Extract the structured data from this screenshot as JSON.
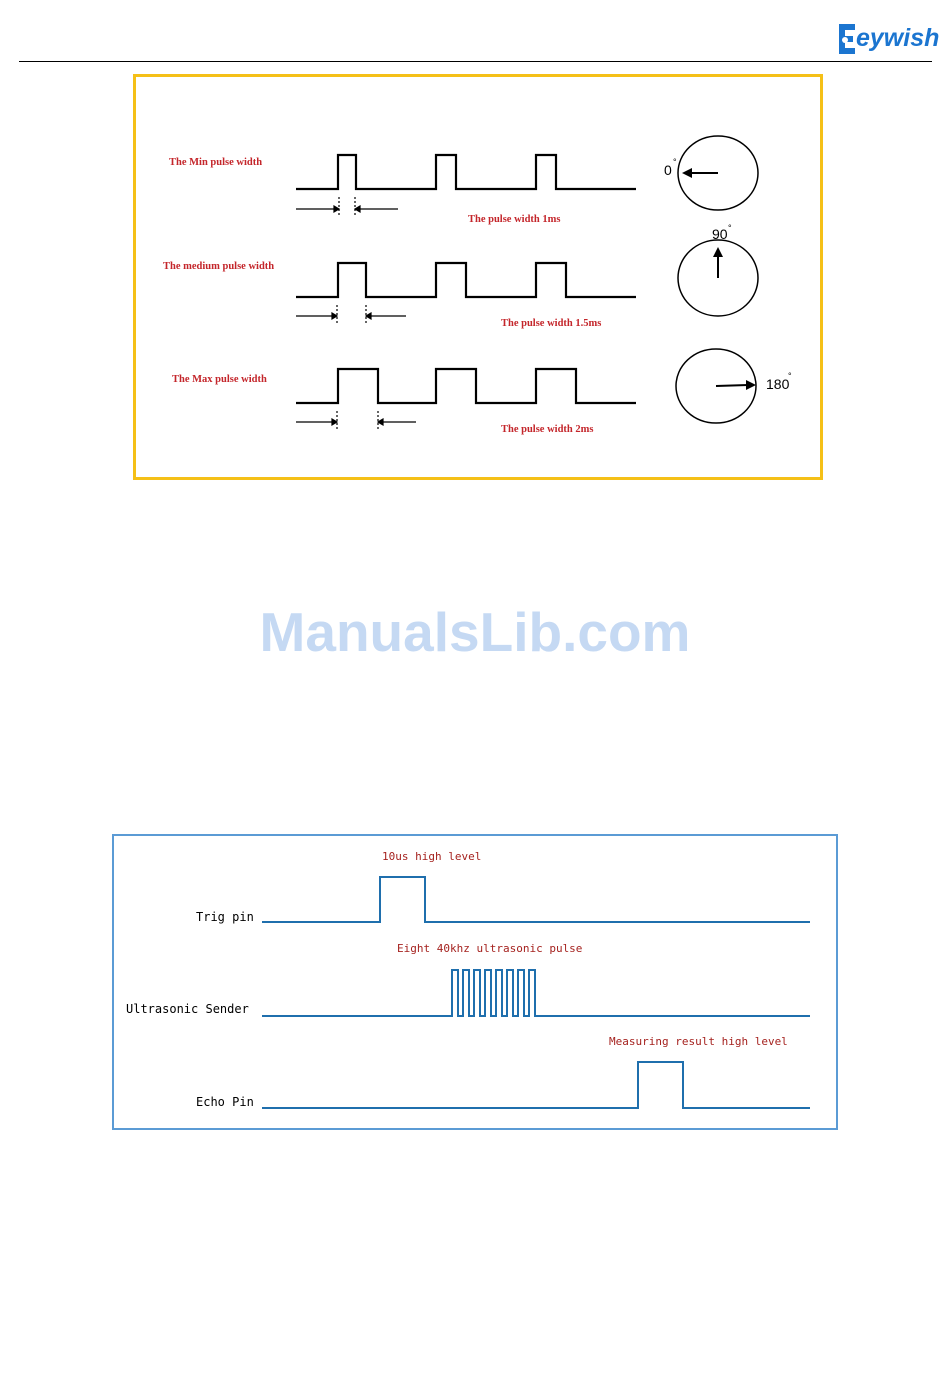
{
  "header": {
    "logo_text": "eywish",
    "brand_color": "#1b75d0"
  },
  "servo_diagram": {
    "border_color": "#f5c017",
    "rows": [
      {
        "label": "The Min  pulse width",
        "width_caption": "The pulse width 1ms",
        "angle": "0",
        "pulse_ms": 1.0
      },
      {
        "label": "The medium  pulse width",
        "width_caption": "The pulse width 1.5ms",
        "angle": "90",
        "pulse_ms": 1.5
      },
      {
        "label": "The Max  pulse width",
        "width_caption": "The pulse width 2ms",
        "angle": "180",
        "pulse_ms": 2.0
      }
    ],
    "degree_symbol": "°"
  },
  "watermark": "ManualsLib.com",
  "sonic_diagram": {
    "border_color": "#5b9bd5",
    "signal_color": "#1f6fad",
    "rows": [
      {
        "label": "Trig pin",
        "annotation": "10us high level"
      },
      {
        "label": "Ultrasonic Sender",
        "annotation": "Eight 40khz ultrasonic pulse",
        "pulse_count": 8
      },
      {
        "label": "Echo Pin",
        "annotation": "Measuring result high level"
      }
    ]
  }
}
